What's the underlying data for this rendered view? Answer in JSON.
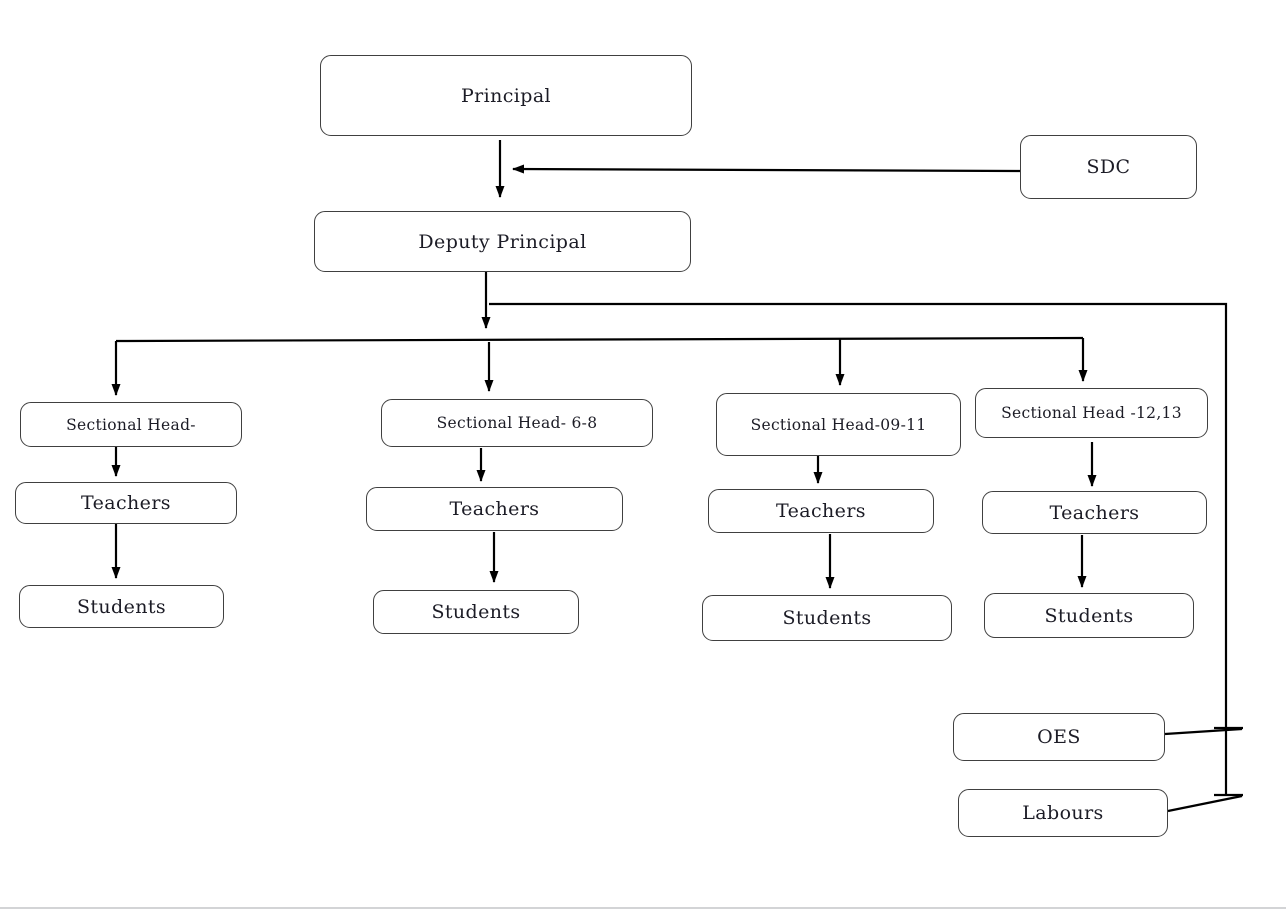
{
  "page": {
    "background_color": "#ffffff",
    "bottom_border_color": "#d3d4d6"
  },
  "diagram": {
    "type": "org-chart",
    "line_color": "#000000",
    "box_border_color": "#404040",
    "box_fill_color": "#ffffff",
    "text_color": "#1c1c26",
    "nodes": {
      "principal": {
        "label": "Principal"
      },
      "sdc": {
        "label": "SDC"
      },
      "deputy_principal": {
        "label": "Deputy Principal"
      },
      "sectional_head_primary": {
        "label": "Sectional Head-"
      },
      "sectional_head_6_8": {
        "label": "Sectional Head- 6-8"
      },
      "sectional_head_09_11": {
        "label": "Sectional Head-09-11"
      },
      "sectional_head_12_13": {
        "label": "Sectional Head -12,13"
      },
      "teachers_1": {
        "label": "Teachers"
      },
      "teachers_2": {
        "label": "Teachers"
      },
      "teachers_3": {
        "label": "Teachers"
      },
      "teachers_4": {
        "label": "Students"
      },
      "teachers_4_fix": {
        "label": "Teachers"
      },
      "students_1": {
        "label": "Students"
      },
      "students_2": {
        "label": "Students"
      },
      "students_3": {
        "label": "Students"
      },
      "students_4": {
        "label": "Students"
      },
      "oes": {
        "label": "OES"
      },
      "labours": {
        "label": "Labours"
      }
    },
    "edges": [
      {
        "from": "principal",
        "to": "deputy_principal",
        "arrow": true
      },
      {
        "from": "sdc",
        "to": "principal_deputy_link",
        "arrow": true
      },
      {
        "from": "deputy_principal",
        "to": "sectional_heads_branch",
        "arrow": true
      },
      {
        "from": "sectional_heads_branch",
        "to": "sectional_head_primary",
        "arrow": true
      },
      {
        "from": "sectional_heads_branch",
        "to": "sectional_head_6_8",
        "arrow": true
      },
      {
        "from": "sectional_heads_branch",
        "to": "sectional_head_09_11",
        "arrow": true
      },
      {
        "from": "sectional_heads_branch",
        "to": "sectional_head_12_13",
        "arrow": true
      },
      {
        "from": "sectional_head_primary",
        "to": "teachers_1",
        "arrow": true
      },
      {
        "from": "sectional_head_6_8",
        "to": "teachers_2",
        "arrow": true
      },
      {
        "from": "sectional_head_09_11",
        "to": "teachers_3",
        "arrow": true
      },
      {
        "from": "sectional_head_12_13",
        "to": "teachers_4",
        "arrow": true
      },
      {
        "from": "teachers_1",
        "to": "students_1",
        "arrow": true
      },
      {
        "from": "teachers_2",
        "to": "students_2",
        "arrow": true
      },
      {
        "from": "teachers_3",
        "to": "students_3",
        "arrow": true
      },
      {
        "from": "teachers_4",
        "to": "students_4",
        "arrow": true
      },
      {
        "from": "deputy_principal",
        "to": "oes",
        "arrow": false
      },
      {
        "from": "deputy_principal",
        "to": "labours",
        "arrow": false
      }
    ]
  }
}
